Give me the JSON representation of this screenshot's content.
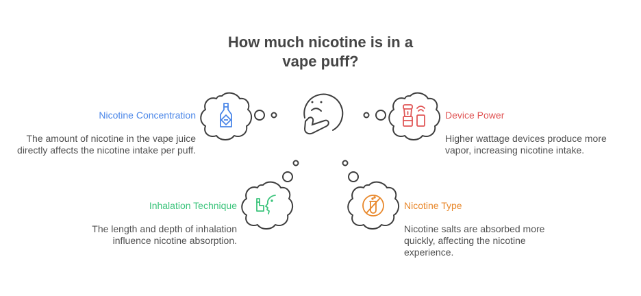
{
  "title": {
    "line1": "How much nicotine is in a",
    "line2": "vape puff?"
  },
  "center_icon": "thinking-face-icon",
  "items": [
    {
      "id": "nicotine-concentration",
      "label": "Nicotine Concentration",
      "description": "The amount of nicotine in the vape juice directly affects the nicotine intake per puff.",
      "icon": "bottle-icon",
      "color": "#4a86e8"
    },
    {
      "id": "device-power",
      "label": "Device Power",
      "description": "Higher wattage devices produce more vapor, increasing nicotine intake.",
      "icon": "vape-device-icon",
      "color": "#e05555"
    },
    {
      "id": "inhalation-technique",
      "label": "Inhalation Technique",
      "description": "The length and depth of inhalation influence nicotine absorption.",
      "icon": "inhaler-face-icon",
      "color": "#3cc47c"
    },
    {
      "id": "nicotine-type",
      "label": "Nicotine Type",
      "description": "Nicotine salts are absorbed more quickly, affecting the nicotine experience.",
      "icon": "no-test-tube-icon",
      "color": "#e8872a"
    }
  ]
}
